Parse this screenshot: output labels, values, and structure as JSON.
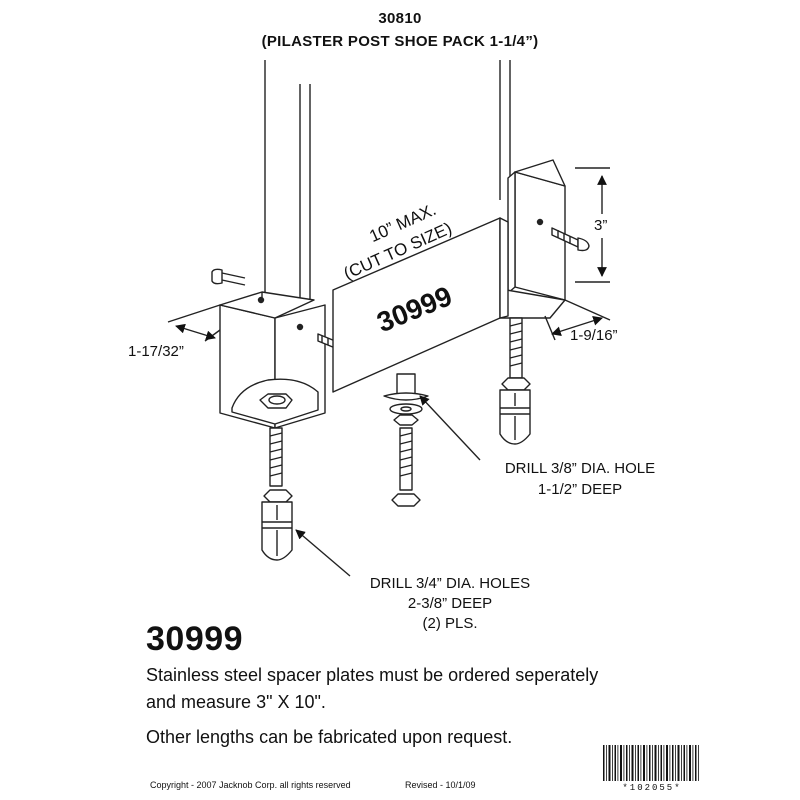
{
  "header": {
    "part_number": "30810",
    "product_name": "(PILASTER POST SHOE PACK 1-1/4”)"
  },
  "diagram": {
    "spacer_label_line1": "10” MAX.",
    "spacer_label_line2": "(CUT TO SIZE)",
    "spacer_part_number": "30999",
    "dim_height": "3”",
    "dim_left_width": "1-17/32”",
    "dim_right_width": "1-9/16”",
    "callout_small_drill": {
      "line1": "DRILL 3/8” DIA. HOLE",
      "line2": "1-1/2” DEEP"
    },
    "callout_large_drill": {
      "line1": "DRILL 3/4” DIA. HOLES",
      "line2": "2-3/8” DEEP",
      "line3": "(2) PLS."
    }
  },
  "notes": {
    "part_number": "30999",
    "line1": "Stainless steel spacer plates must be ordered seperately",
    "line2": "and measure 3\" X 10\".",
    "line3": "Other lengths can be fabricated upon request."
  },
  "footer": {
    "copyright": "Copyright - 2007 Jacknob Corp.  all rights reserved",
    "revised": "Revised - 10/1/09",
    "barcode_text": "*102055*"
  }
}
